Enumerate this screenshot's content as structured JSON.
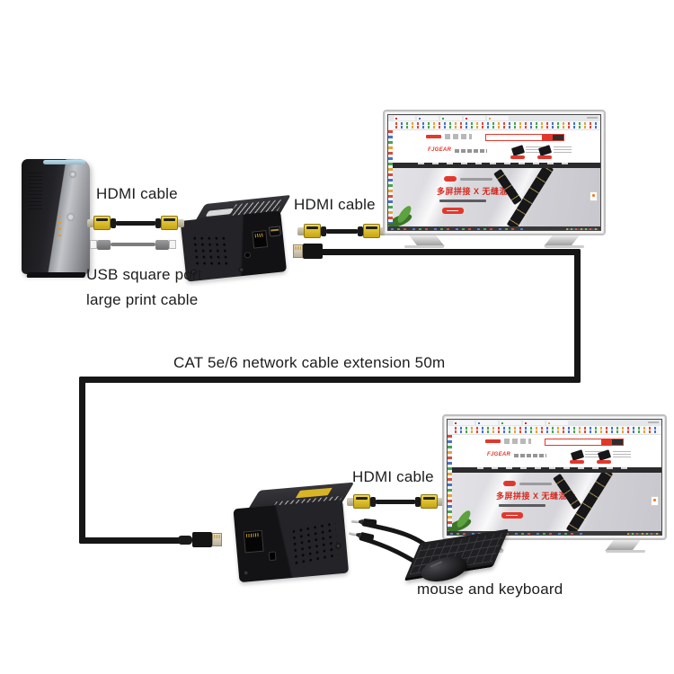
{
  "labels": {
    "hdmi_cable_top": "HDMI cable",
    "usb_cable_line1": "USB square port",
    "usb_cable_line2": "large print cable",
    "hdmi_cable_middle": "HDMI cable",
    "cat_cable": "CAT 5e/6 network cable extension 50m",
    "hdmi_cable_bottom": "HDMI cable",
    "mouse_keyboard": "mouse and keyboard"
  },
  "tv_screen": {
    "brand": "FJGEAR",
    "banner_title": "多屏拼接 X 无缝混合"
  },
  "colors": {
    "cable_black": "#161616",
    "hdmi_connector_yellow": "#e3c322",
    "extender_body_black": "#1d1d1f",
    "receiver_label_yellow": "#d9b424",
    "screen_accent_red": "#e2382c"
  }
}
